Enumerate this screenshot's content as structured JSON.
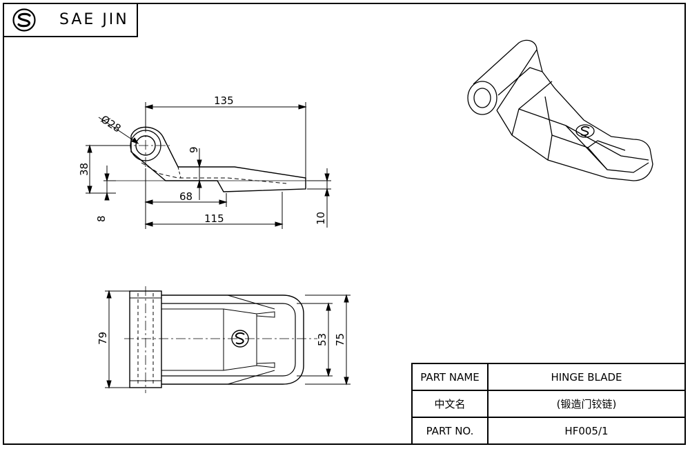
{
  "brand": {
    "name": "SAE JIN",
    "logo_icon": "sae-jin-logo-icon"
  },
  "side_view": {
    "dimensions": {
      "overall_length": "135",
      "hole_diameter": "Ø28",
      "height": "38",
      "step": "9",
      "bottom_offset": "8",
      "inner_length": "68",
      "base_length": "115",
      "tip_thickness": "10"
    }
  },
  "top_view": {
    "dimensions": {
      "hinge_width": "79",
      "inner_width": "53",
      "blade_width": "75"
    }
  },
  "title_block": {
    "part_name_label": "PART NAME",
    "part_name_value": "HINGE BLADE",
    "chinese_name_label": "中文名",
    "chinese_name_value": "(锻造门铰链)",
    "part_no_label": "PART NO.",
    "part_no_value": "HF005/1"
  }
}
